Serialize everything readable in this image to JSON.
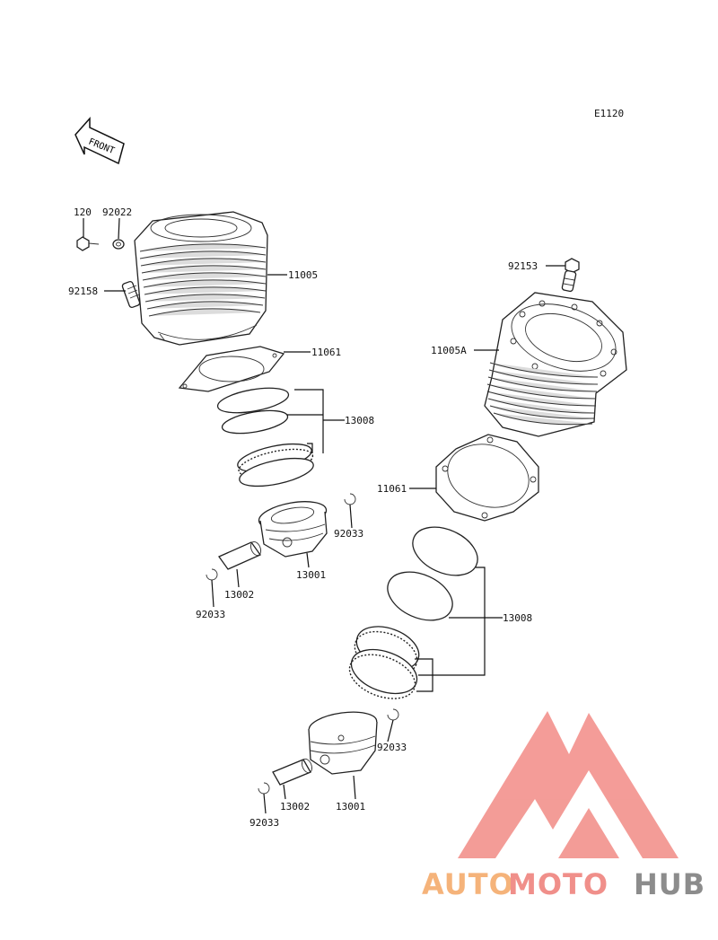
{
  "diagram_code": "E1120",
  "front_arrow_label": "FRONT",
  "labels": {
    "bolt_120": "120",
    "washer_92022": "92022",
    "stud_92158": "92158",
    "cylinder_11005": "11005",
    "gasket_11061_left": "11061",
    "rings_13008_left": "13008",
    "clip_92033_left_a": "92033",
    "piston_13001_left": "13001",
    "pin_13002_left": "13002",
    "clip_92033_left_b": "92033",
    "stud_92153": "92153",
    "cylinder_11005a": "11005A",
    "gasket_11061_right": "11061",
    "rings_13008_right": "13008",
    "clip_92033_right_a": "92033",
    "pin_13002_right": "13002",
    "piston_13001_right": "13001",
    "clip_92033_right_b": "92033"
  },
  "watermark": {
    "part1": "AUTO",
    "part2": "MOTO",
    "part3": "HUB",
    "colors": {
      "auto": "#f5b37a",
      "moto": "#f08f8a",
      "hub": "#8c8c8c",
      "logo": "#f28b86"
    }
  }
}
